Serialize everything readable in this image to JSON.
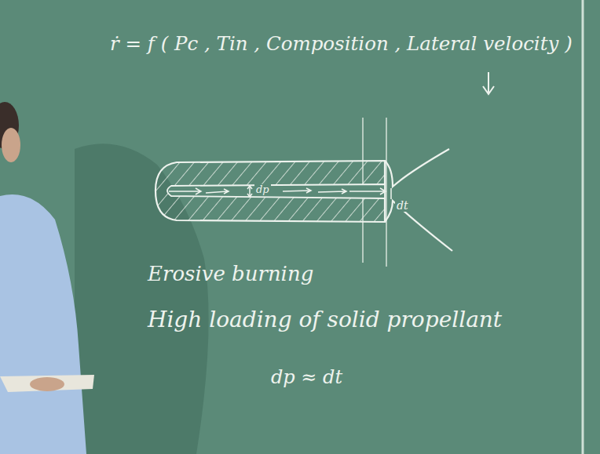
{
  "diagram": {
    "labels": [
      "ṙ = f ( Pc , Tin , Composition , Lateral velocity )",
      "dp",
      "dt",
      "Erosive burning",
      "High loading of solid propellant",
      "dp ≈ dt"
    ]
  }
}
